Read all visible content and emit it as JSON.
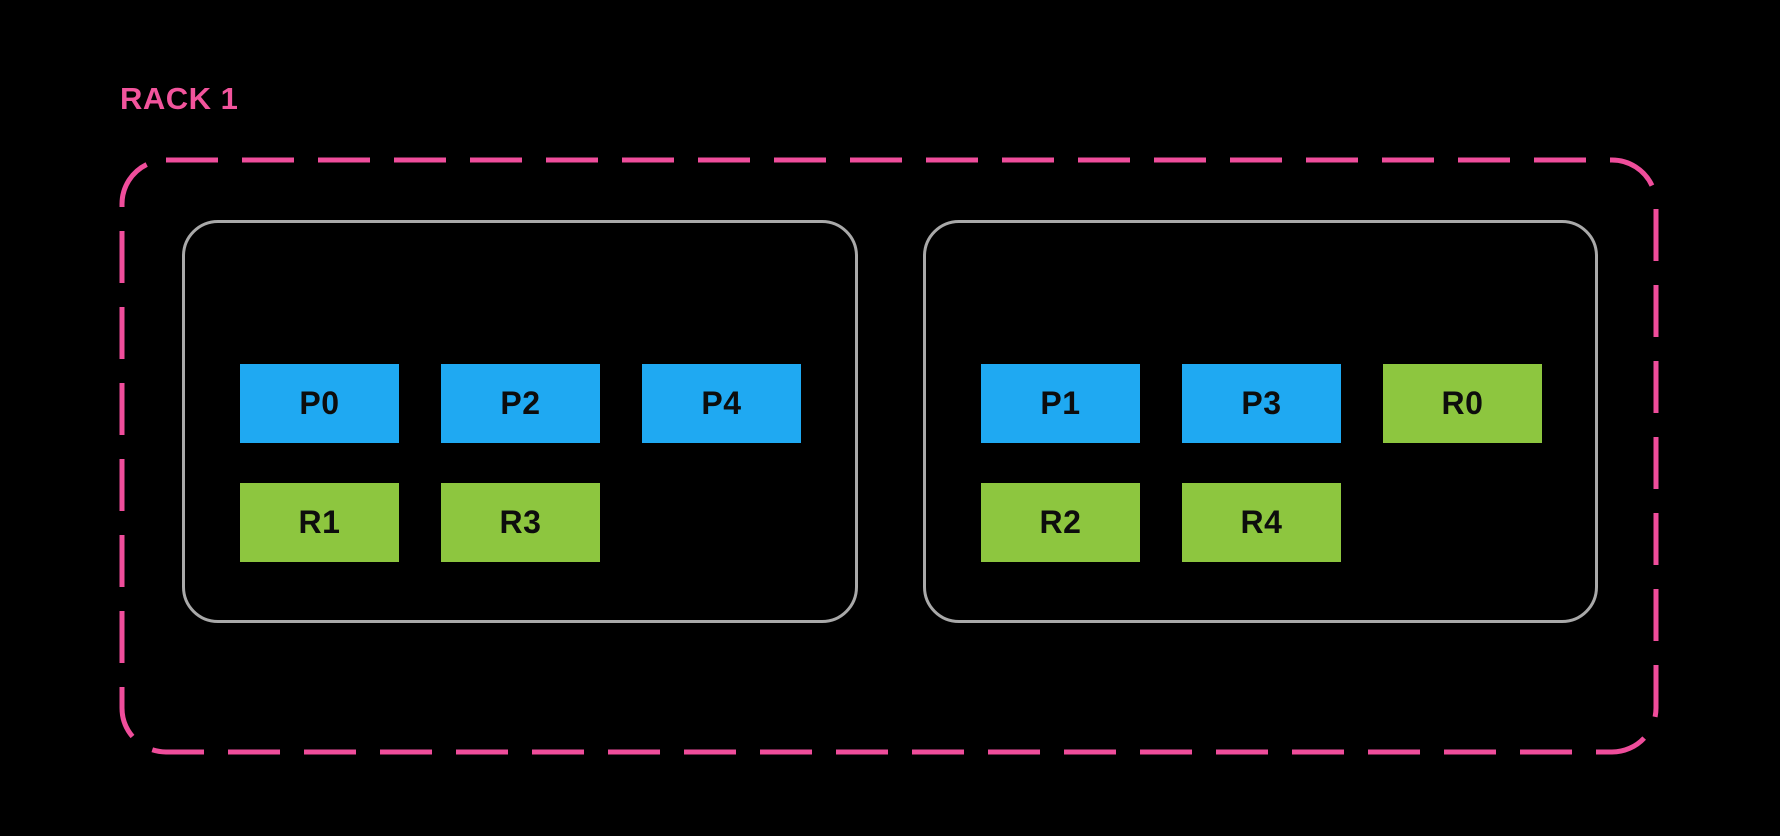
{
  "diagram": {
    "rack_label": "RACK 1"
  },
  "colors": {
    "background": "#000000",
    "rackBorder": "#EF4D9B",
    "rackLabel": "#F2549C",
    "nodeBorder": "#A9A9A9",
    "primary": "#1FA9F2",
    "replica": "#8DC63F",
    "blockText": "#0D0D0D"
  },
  "nodes": [
    {
      "rows": [
        [
          {
            "label": "P0",
            "type": "primary"
          },
          {
            "label": "P2",
            "type": "primary"
          },
          {
            "label": "P4",
            "type": "primary"
          }
        ],
        [
          {
            "label": "R1",
            "type": "replica"
          },
          {
            "label": "R3",
            "type": "replica"
          }
        ]
      ]
    },
    {
      "rows": [
        [
          {
            "label": "P1",
            "type": "primary"
          },
          {
            "label": "P3",
            "type": "primary"
          },
          {
            "label": "R0",
            "type": "replica"
          }
        ],
        [
          {
            "label": "R2",
            "type": "replica"
          },
          {
            "label": "R4",
            "type": "replica"
          }
        ]
      ]
    }
  ]
}
